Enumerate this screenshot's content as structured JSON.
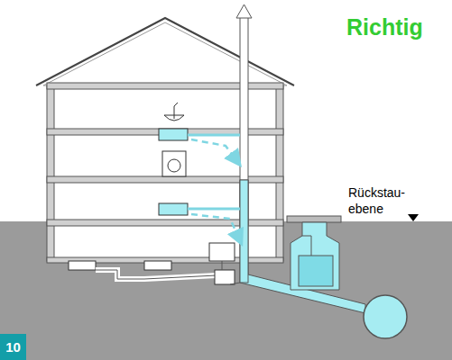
{
  "diagram": {
    "title": "Richtig",
    "nodes": [
      {
        "text": [
          "10"
        ]
      }
    ],
    "labels": [
      "Rückstau- ebene"
    ]
  }
}
